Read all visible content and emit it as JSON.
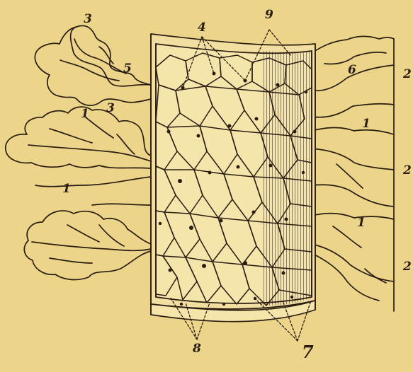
{
  "figure": {
    "background": "#ecd48a",
    "ink": "#2a1d10",
    "labels": {
      "l1_left_mid": "1",
      "l1_left_low": "1",
      "l1_right_mid": "1",
      "l1_right_low": "1",
      "l2_a": "2",
      "l2_b": "2",
      "l2_c": "2",
      "l3_top": "3",
      "l3_mid": "3",
      "l4": "4",
      "l5": "5",
      "l6": "6",
      "l7": "7",
      "l8": "8",
      "l9": "9"
    }
  }
}
